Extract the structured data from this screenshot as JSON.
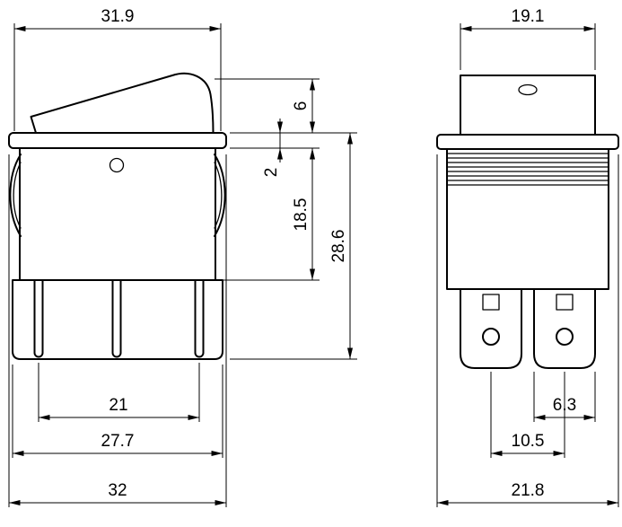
{
  "front_view": {
    "dims": {
      "top_width": "31.9",
      "rocker_height": "6",
      "flange_thickness": "2",
      "body_height": "18.5",
      "overall_height": "28.6",
      "terminal_span": "21",
      "base_width": "27.7",
      "flange_width": "32"
    }
  },
  "side_view": {
    "dims": {
      "top_width": "19.1",
      "terminal_width": "6.3",
      "terminal_pitch": "10.5",
      "overall_width": "21.8"
    }
  },
  "colors": {
    "line": "#000000",
    "background": "#ffffff"
  }
}
